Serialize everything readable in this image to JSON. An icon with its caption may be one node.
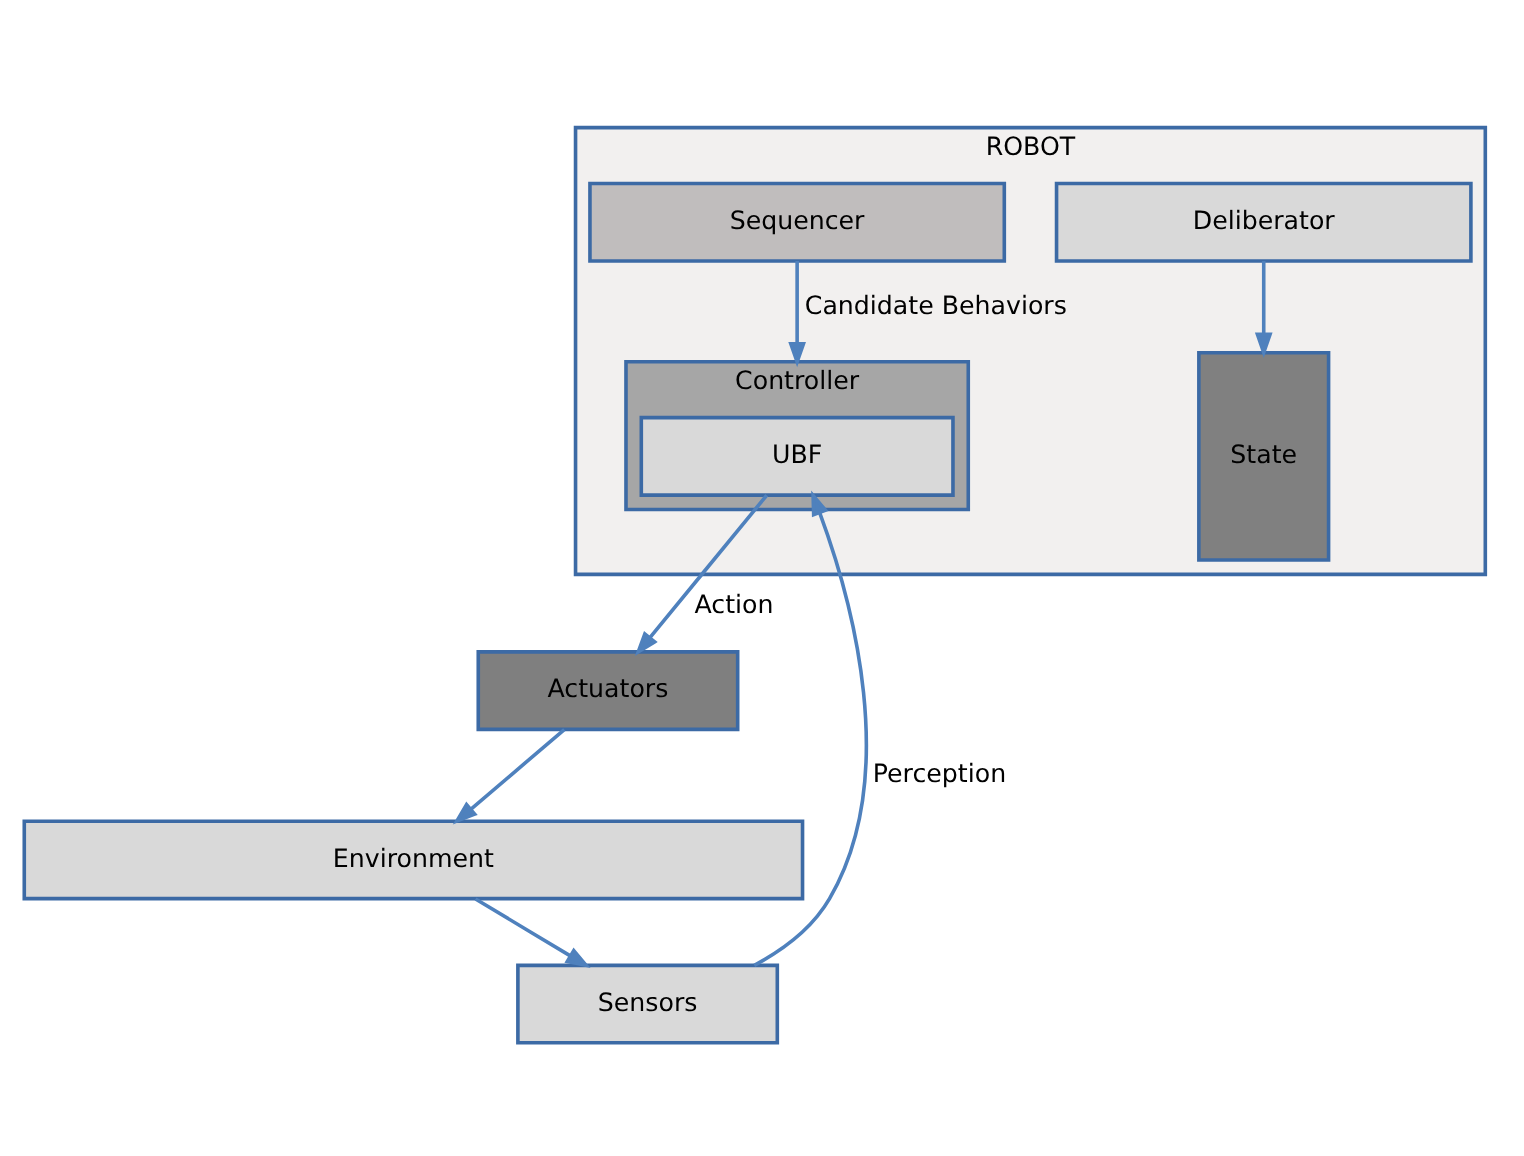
{
  "diagram": {
    "nodes": [
      {
        "text": [
          "ROBOT"
        ]
      },
      {
        "text": [
          "Deliberator"
        ],
        "in": 0
      },
      {
        "text": [
          "State"
        ],
        "in": 0
      },
      {
        "text": [
          "Sequencer"
        ],
        "in": 0
      },
      {
        "text": [
          "Controller"
        ],
        "in": 0
      },
      {
        "text": [
          "UBF"
        ],
        "in": 4
      },
      {
        "text": [
          "Sensors"
        ]
      },
      {
        "text": [
          "Actuators"
        ]
      },
      {
        "text": [
          "Environment"
        ]
      }
    ],
    "edges": [
      {
        "from": 1,
        "to": 2,
        "arrow": "to"
      },
      {
        "from": 3,
        "to": 4,
        "arrow": "to",
        "label": "Candidate Behaviors"
      },
      {
        "from": 6,
        "to": 5,
        "arrow": "to",
        "label": "Perception"
      },
      {
        "from": 5,
        "to": 7,
        "arrow": "to",
        "label": "Action"
      },
      {
        "from": 8,
        "to": 6,
        "arrow": "to"
      },
      {
        "from": 7,
        "to": 8,
        "arrow": "to"
      }
    ]
  }
}
